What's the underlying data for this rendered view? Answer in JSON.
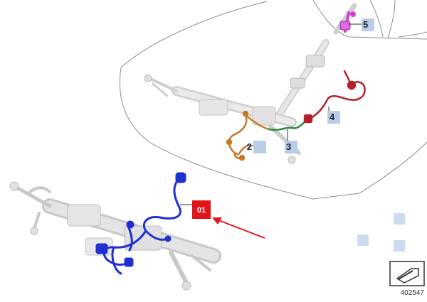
{
  "diagram": {
    "callouts": [
      {
        "id": "1",
        "label": "01",
        "color": "#e0141b"
      },
      {
        "id": "2",
        "label": "2",
        "part": "orange-harness",
        "color": "#c8782a"
      },
      {
        "id": "3",
        "label": "3",
        "part": "green-harness",
        "color": "#2e8b3c"
      },
      {
        "id": "4",
        "label": "4",
        "part": "red-harness",
        "color": "#b3202a"
      },
      {
        "id": "5",
        "label": "5",
        "part": "magenta-part",
        "color": "#d23fd2"
      }
    ],
    "highlight_part_color": "#1f2fd0",
    "callout_box_color": "#b9cde6",
    "arrow_color": "#e0141b",
    "icons": [
      "diagram-orientation-icon"
    ],
    "diagram_id": "402547"
  }
}
